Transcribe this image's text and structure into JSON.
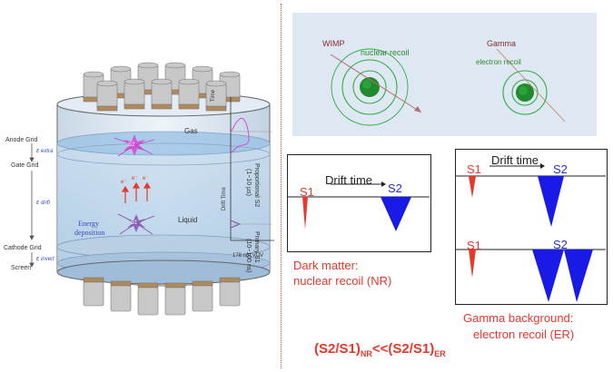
{
  "detector": {
    "anode_grid": "Anode Grid",
    "eps_extra": "ε",
    "eps_extra_sub": "extra",
    "gate_grid": "Gate Grid",
    "eps_drift": "ε",
    "eps_drift_sub": "drift",
    "cathode_grid": "Cathode Grid",
    "eps_invert": "ε",
    "eps_invert_sub": "invert",
    "screen": "Screen",
    "gas": "Gas",
    "liquid": "Liquid",
    "s2_marker": "S2",
    "s1_marker": "S1",
    "energy_deposition_line1": "Energy",
    "energy_deposition_line2": "deposition",
    "electron_symbol": "e⁻"
  },
  "waveform": {
    "time": "Time",
    "drift_time": "Drift Time",
    "s2_line1": "Proportional S2",
    "s2_line2": "(1~10 μs)",
    "s1_line1": "Primary S1",
    "s1_line2": "(10~100 ns)",
    "vuv": "178 nm VUV"
  },
  "recoil": {
    "wimp": "WIMP",
    "nuclear_recoil": "nuclear recoil",
    "gamma": "Gamma",
    "electron_recoil": "electron recoil"
  },
  "nr_box": {
    "s1": "S1",
    "s2": "S2",
    "drift_time": "Drift time",
    "caption_line1": "Dark matter:",
    "caption_line2": "nuclear recoil (NR)"
  },
  "er_box": {
    "s1_top": "S1",
    "s2_top": "S2",
    "drift_time": "Drift time",
    "s1_bottom": "S1",
    "s2_bottom": "S2",
    "caption_line1": "Gamma background:",
    "caption_line2": "electron recoil (ER)"
  },
  "formula": {
    "left": "(S2/S1)",
    "left_sub": "NR",
    "middle": "<<(S2/S1)",
    "right_sub": "ER"
  },
  "colors": {
    "red": "#e8372b",
    "blue": "#1a1ae6",
    "panel_bg": "#dde8f2",
    "green": "#2e9e3a"
  }
}
